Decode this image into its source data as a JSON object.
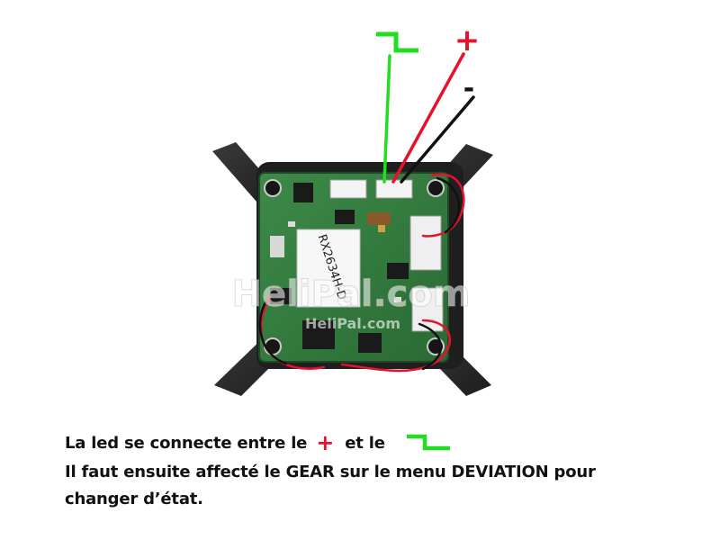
{
  "image": {
    "watermark_main": "HeliPal.com",
    "watermark_small": "HeliPal.com",
    "chip_label": "RX2634H-D",
    "wire_labels": {
      "plus": "+",
      "minus": "-"
    },
    "colors": {
      "signal_wire": "#22dd22",
      "positive_wire": "#e8102a",
      "negative_wire": "#111111",
      "board": "#2f7a3a",
      "frame": "#2a2a2a"
    }
  },
  "caption": {
    "line1_before": "La led se connecte entre le",
    "line1_plus": "+",
    "line1_middle": "et le",
    "line2": "Il faut ensuite affecté le GEAR sur le menu DEVIATION pour",
    "line3": "changer d’état."
  }
}
